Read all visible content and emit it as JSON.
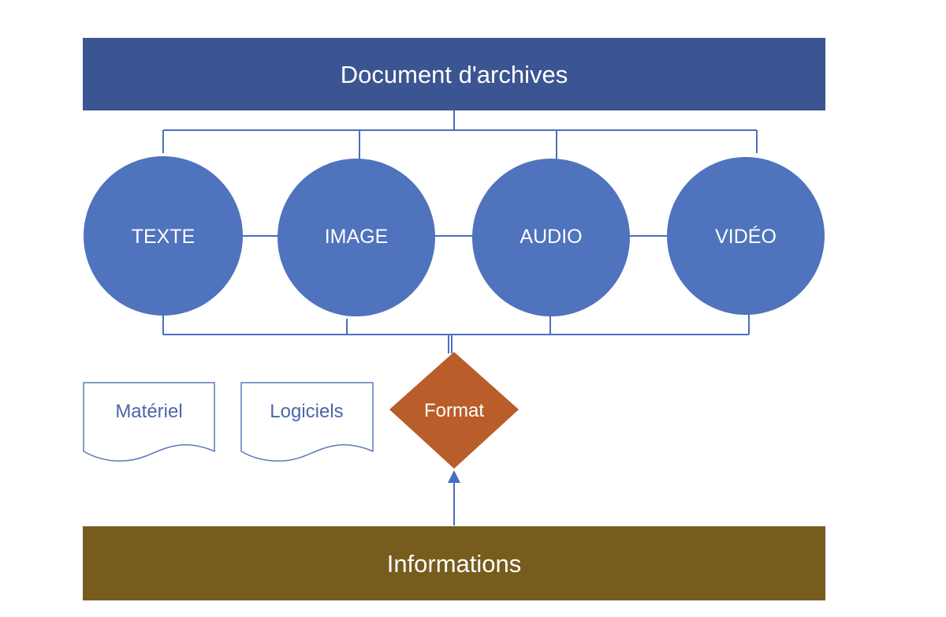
{
  "header": {
    "title": "Document d'archives"
  },
  "types": [
    {
      "label": "TEXTE"
    },
    {
      "label": "IMAGE"
    },
    {
      "label": "AUDIO"
    },
    {
      "label": "VIDÉO"
    }
  ],
  "documents": [
    {
      "label": "Matériel"
    },
    {
      "label": "Logiciels"
    }
  ],
  "format": {
    "label": "Format"
  },
  "footer": {
    "label": "Informations"
  },
  "colors": {
    "header_fill": "#3b5592",
    "circle_fill": "#5073bd",
    "connector": "#4a6fbf",
    "doc_stroke": "#5c79b8",
    "doc_text": "#4a67a6",
    "diamond_fill": "#b95e2a",
    "footer_fill": "#775c1e"
  }
}
